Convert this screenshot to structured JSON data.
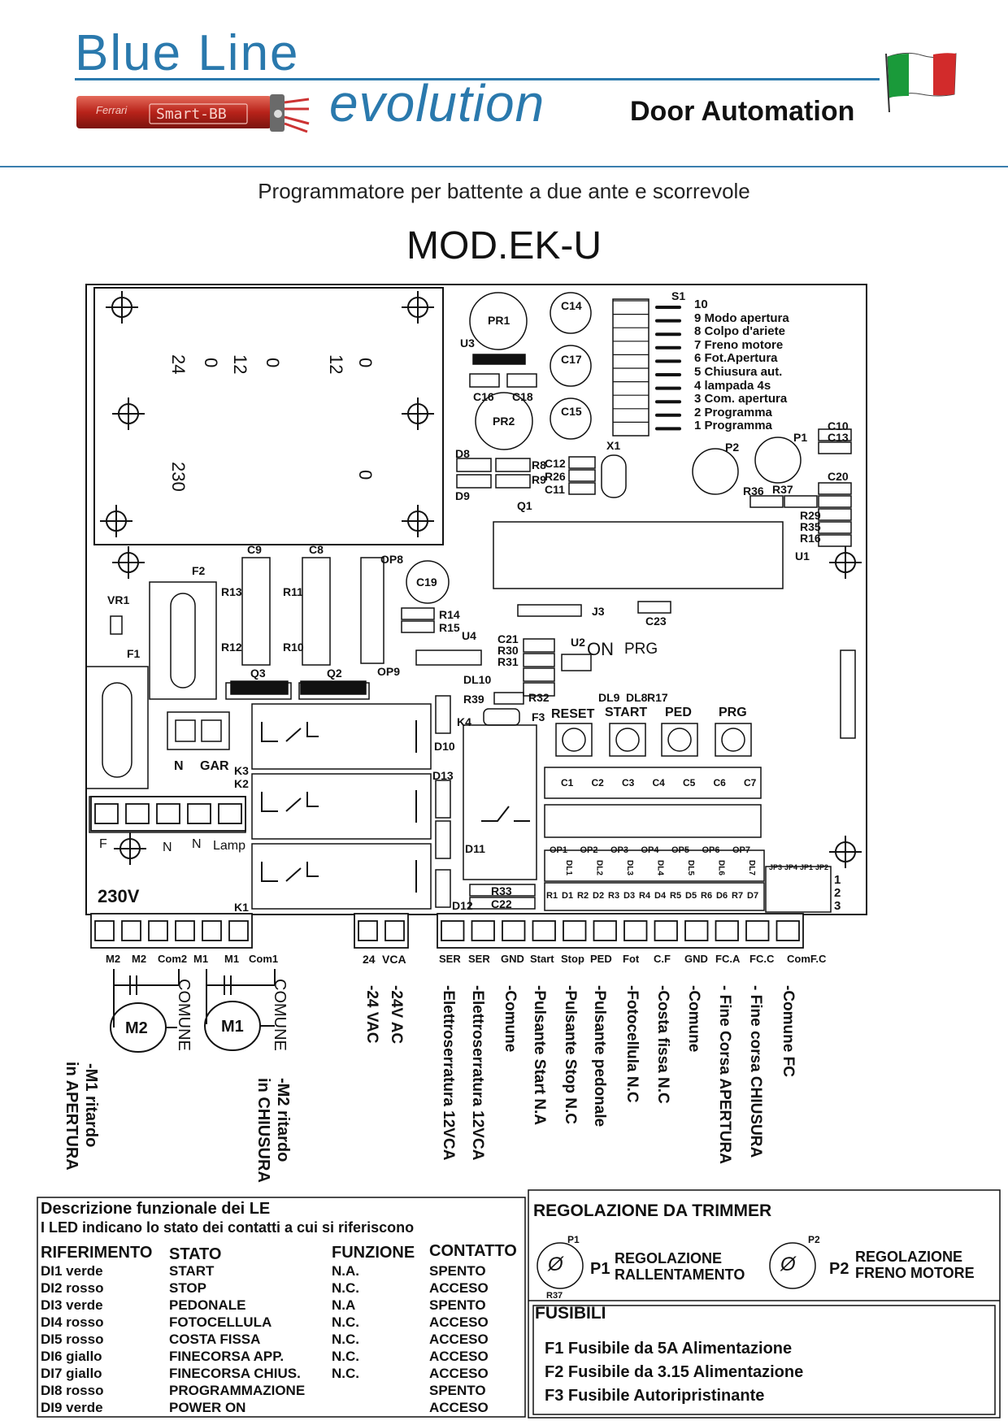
{
  "header": {
    "brand_line1": "Blue Line",
    "brand_line2": "evolution",
    "brand_tag": "Door Automation",
    "product_logo_text": "Smart-BB",
    "product_logo_brand": "Ferrari",
    "flag_colors": [
      "#1a9a3a",
      "#ffffff",
      "#d22b2b"
    ]
  },
  "title": {
    "subtitle": "Programmatore per battente a due ante e scorrevole",
    "model": "MOD.EK-U"
  },
  "board": {
    "transformer_labels": [
      "24",
      "0",
      "12",
      "0",
      "12",
      "0",
      "230",
      "0"
    ],
    "dip_switch": {
      "label": "S1",
      "items": [
        "10",
        "9 Modo apertura",
        "8 Colpo d'ariete",
        "7 Freno motore",
        "6 Fot.Apertura",
        "5 Chiusura aut.",
        "4 lampada 4s",
        "3 Com. apertura",
        "2 Programma",
        "1 Programma"
      ]
    },
    "components": {
      "pr1": "PR1",
      "pr2": "PR2",
      "u3": "U3",
      "c16": "C16",
      "c18": "C18",
      "c14": "C14",
      "c17": "C17",
      "c15": "C15",
      "d8": "D8",
      "d9": "D9",
      "r8": "R8",
      "r9": "R9",
      "q1": "Q1",
      "c12": "C12",
      "r26": "R26",
      "c11": "C11",
      "x1": "X1",
      "p1": "P1",
      "p2": "P2",
      "r36": "R36",
      "r37": "R37",
      "c10": "C10",
      "c13": "C13",
      "c20": "C20",
      "r29": "R29",
      "r35": "R35",
      "r16": "R16",
      "u1": "U1",
      "j3": "J3",
      "c23": "C23",
      "u2": "U2",
      "c9": "C9",
      "c8": "C8",
      "op8": "OP8",
      "op9": "OP9",
      "c19": "C19",
      "r13": "R13",
      "r11": "R11",
      "r12": "R12",
      "r10": "R10",
      "q3": "Q3",
      "q2": "Q2",
      "r14": "R14",
      "r15": "R15",
      "u4": "U4",
      "c21": "C21",
      "r30": "R30",
      "r31": "R31",
      "dl10": "DL10",
      "r39": "R39",
      "r32": "R32",
      "dl9": "DL9",
      "dl8": "DL8",
      "r17": "R17",
      "f3": "F3",
      "f2": "F2",
      "f1": "F1",
      "vr1": "VR1",
      "k1": "K1",
      "k2": "K2",
      "k3": "K3",
      "k4": "K4",
      "d10": "D10",
      "d13": "D13",
      "d11": "D11",
      "d12": "D12",
      "r33": "R33",
      "c22": "C22",
      "c_caps": [
        "C1",
        "C2",
        "C3",
        "C4",
        "C5",
        "C6",
        "C7"
      ],
      "op_labels": [
        "OP1",
        "OP2",
        "OP3",
        "OP4",
        "OP5",
        "OP6",
        "OP7"
      ],
      "dl_labels": [
        "DL1",
        "DL2",
        "DL3",
        "DL4",
        "DL5",
        "DL6",
        "DL7"
      ],
      "r_row": [
        "R1",
        "D1",
        "R2",
        "D2",
        "R3",
        "D3",
        "R4",
        "D4",
        "R5",
        "D5",
        "R6",
        "D6",
        "R7",
        "D7"
      ],
      "jp_labels": [
        "JP3",
        "JP4",
        "JP1",
        "JP2"
      ],
      "jp_numbers": [
        "1",
        "2",
        "3"
      ]
    },
    "on_label": "ON",
    "prg_label": "PRG",
    "buttons": [
      "RESET",
      "START",
      "PED",
      "PRG"
    ],
    "gar_labels": [
      "N",
      "GAR"
    ],
    "lamp_terminal_labels": [
      "F",
      "N",
      "N",
      "Lamp"
    ],
    "power_label": "230V",
    "terminals_left": [
      "M2",
      "M2",
      "Com2",
      "M1",
      "M1",
      "Com1"
    ],
    "terminals_mid": [
      "24",
      "VCA"
    ],
    "terminals_right": [
      "SER",
      "SER",
      "GND",
      "Start",
      "Stop",
      "PED",
      "Fot",
      "C.F",
      "GND",
      "FC.A",
      "FC.C",
      "ComF.C"
    ]
  },
  "wiring": {
    "motor_m2": "M2",
    "motor_m1": "M1",
    "comune": "COMUNE",
    "m1_delay": [
      "-M1 ritardo",
      "in APERTURA"
    ],
    "m2_delay": [
      "-M2 ritardo",
      "in CHIUSURA"
    ],
    "descriptions": [
      "-24 VAC",
      "-24V AC",
      "-Elettroserratura 12VCA",
      "-Elettroserratura 12VCA",
      "-Comune",
      "-Pulsante Start N.A",
      "-Pulsante Stop N.C",
      "-Pulsante pedonale",
      "-Fotocellula N.C",
      "-Costa fissa N.C",
      "-Comune",
      "- Fine Corsa APERTURA",
      "- Fine corsa CHIUSURA",
      "-Comune FC"
    ]
  },
  "led_table": {
    "title": "Descrizione funzionale dei LE",
    "subtitle": "I LED indicano lo stato dei contatti a cui si riferiscono",
    "headers": [
      "RIFERIMENTO",
      "STATO",
      "FUNZIONE",
      "CONTATTO"
    ],
    "rows": [
      [
        "DI1 verde",
        "START",
        "N.A.",
        "SPENTO"
      ],
      [
        "DI2 rosso",
        "STOP",
        "N.C.",
        "ACCESO"
      ],
      [
        "DI3 verde",
        "PEDONALE",
        "N.A",
        "SPENTO"
      ],
      [
        "DI4 rosso",
        "FOTOCELLULA",
        "N.C.",
        "ACCESO"
      ],
      [
        "DI5 rosso",
        "COSTA FISSA",
        "N.C.",
        "ACCESO"
      ],
      [
        "DI6 giallo",
        "FINECORSA APP.",
        "N.C.",
        "ACCESO"
      ],
      [
        "DI7 giallo",
        "FINECORSA CHIUS.",
        "N.C.",
        "ACCESO"
      ],
      [
        "DI8 rosso",
        "PROGRAMMAZIONE",
        "",
        "SPENTO"
      ],
      [
        "DI9 verde",
        "POWER ON",
        "",
        "ACCESO"
      ]
    ]
  },
  "trimmer": {
    "title": "REGOLAZIONE DA TRIMMER",
    "p1_code": "P1",
    "p1_text": [
      "REGOLAZIONE",
      "RALLENTAMENTO"
    ],
    "p2_code": "P2",
    "p2_text": [
      "REGOLAZIONE",
      "FRENO MOTORE"
    ],
    "r_partial": "R37"
  },
  "fuses": {
    "title": "FUSIBILI",
    "items": [
      "F1 Fusibile da 5A Alimentazione",
      "F2 Fusibile da 3.15 Alimentazione",
      "F3 Fusibile Autoripristinante"
    ]
  }
}
